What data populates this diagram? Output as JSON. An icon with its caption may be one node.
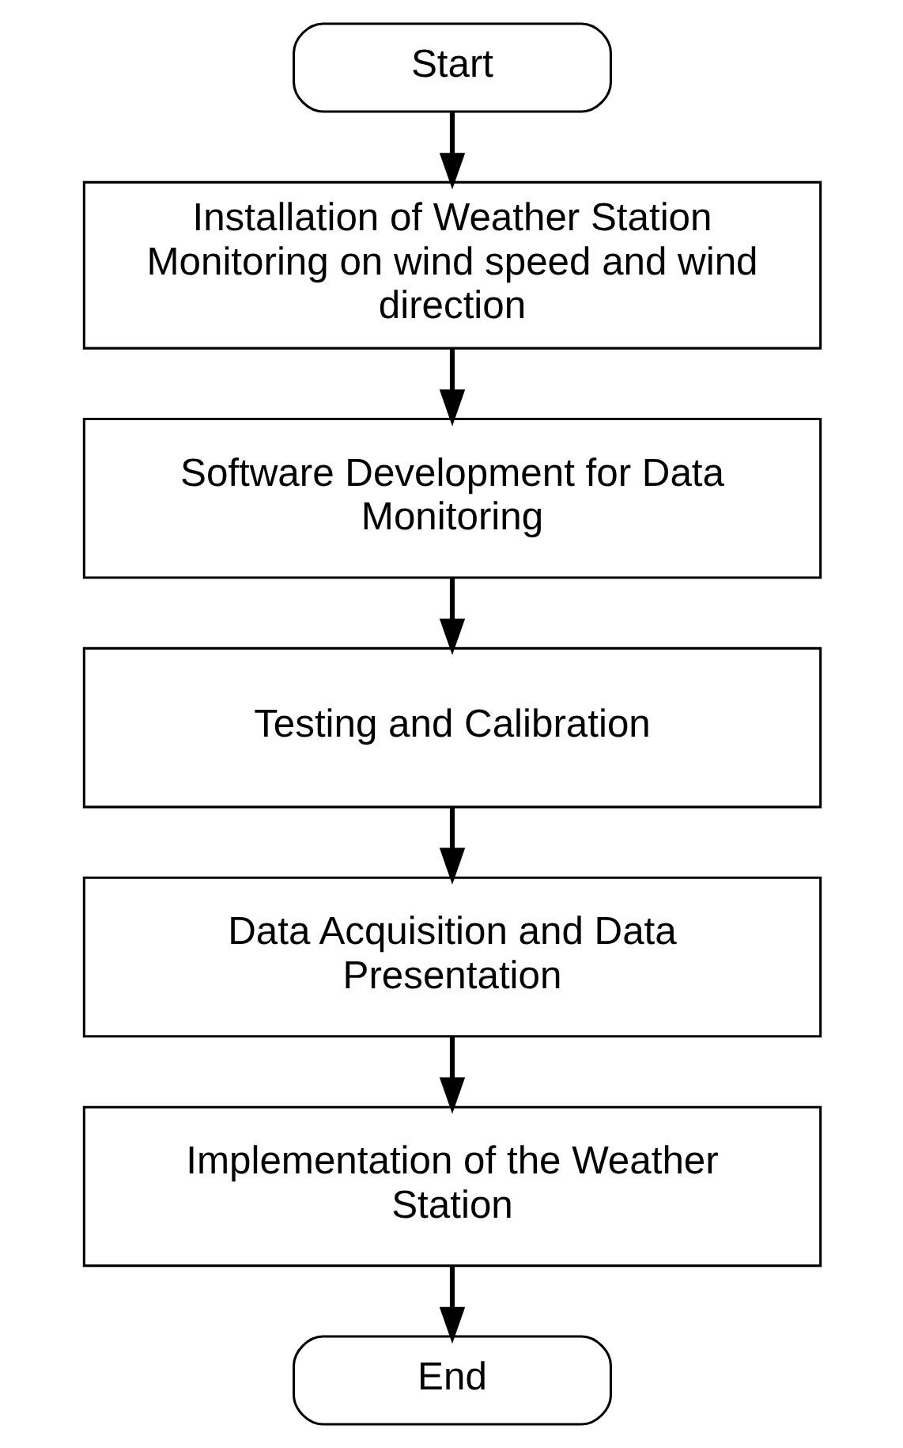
{
  "diagram": {
    "nodes": [
      {
        "text": [
          "Start"
        ]
      },
      {
        "text": [
          "Installation of Weather Station Monitoring on wind speed and wind direction"
        ]
      },
      {
        "text": [
          "Software Development for Data Monitoring"
        ]
      },
      {
        "text": [
          "Testing and Calibration"
        ]
      },
      {
        "text": [
          "Data Acquisition and Data Presentation"
        ]
      },
      {
        "text": [
          "Implementation of the Weather Station"
        ]
      },
      {
        "text": [
          "End"
        ]
      }
    ],
    "edges": [
      {
        "from": 0,
        "to": 1,
        "arrow": "to"
      },
      {
        "from": 1,
        "to": 2,
        "arrow": "to"
      },
      {
        "from": 2,
        "to": 3,
        "arrow": "to"
      },
      {
        "from": 3,
        "to": 4,
        "arrow": "to"
      },
      {
        "from": 4,
        "to": 5,
        "arrow": "to"
      },
      {
        "from": 5,
        "to": 6,
        "arrow": "to"
      }
    ]
  }
}
